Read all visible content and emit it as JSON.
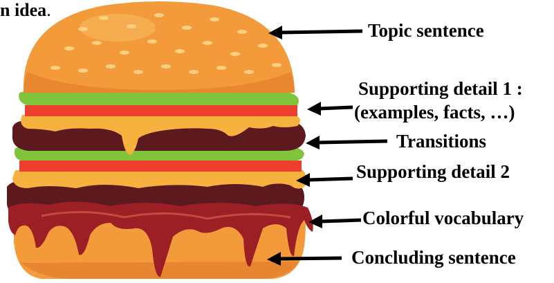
{
  "fragment": {
    "text": "n idea",
    "trailing": "."
  },
  "labels": {
    "topic": "Topic sentence",
    "detail1_line1": "Supporting detail 1 :",
    "detail1_line2": "(examples, facts, …)",
    "transitions": "Transitions",
    "detail2": "Supporting detail 2",
    "vocabulary": "Colorful vocabulary",
    "concluding": "Concluding sentence"
  },
  "colors": {
    "bun": "#f39a3a",
    "bun_dark": "#e0782a",
    "seed": "#fbd083",
    "lettuce": "#7fc43a",
    "tomato": "#ee3f2e",
    "cheese": "#f7b13e",
    "patty": "#5c1a1e",
    "sauce": "#9c1f26",
    "arrow": "#000000"
  }
}
